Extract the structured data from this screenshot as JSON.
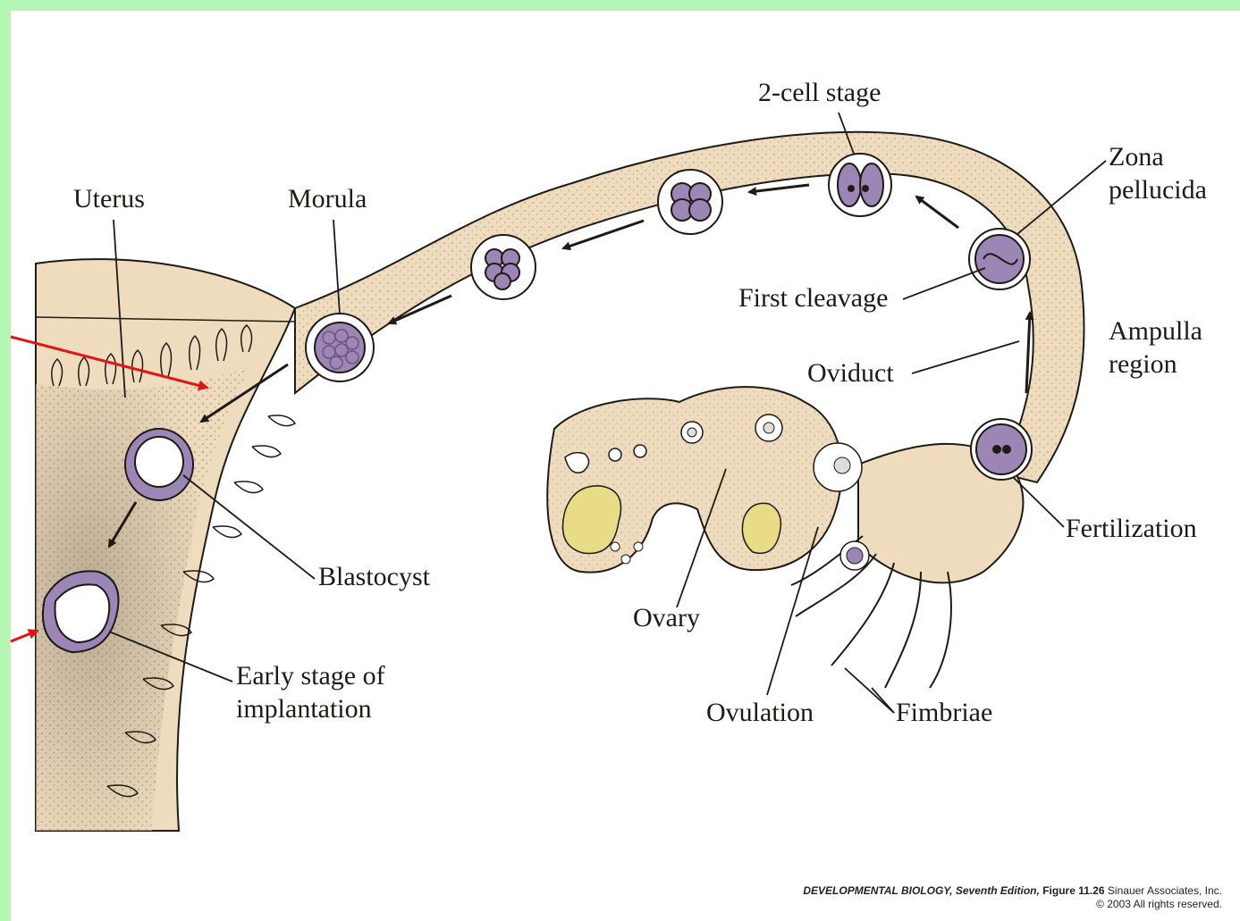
{
  "labels": {
    "two_cell": "2-cell stage",
    "zona_line1": "Zona",
    "zona_line2": "pellucida",
    "uterus": "Uterus",
    "morula": "Morula",
    "first_cleavage": "First cleavage",
    "ampulla_line1": "Ampulla",
    "ampulla_line2": "region",
    "oviduct": "Oviduct",
    "fertilization": "Fertilization",
    "blastocyst": "Blastocyst",
    "ovary": "Ovary",
    "early_line1": "Early stage of",
    "early_line2": "implantation",
    "ovulation": "Ovulation",
    "fimbriae": "Fimbriae"
  },
  "caption": {
    "book_title": "DEVELOPMENTAL BIOLOGY, Seventh Edition,",
    "figure": "Figure 11.26",
    "publisher": "Sinauer Associates, Inc.",
    "rights": "© 2003 All rights reserved."
  },
  "colors": {
    "frame": "#b4f7b4",
    "tissue": "#efdcbe",
    "tissue_shade": "#9a8b77",
    "embryo": "#9b86b6",
    "embryo_dark": "#6b557f",
    "yolk": "#e8dc86",
    "ink": "#1e1a16",
    "annotation_arrow": "#e01616"
  }
}
